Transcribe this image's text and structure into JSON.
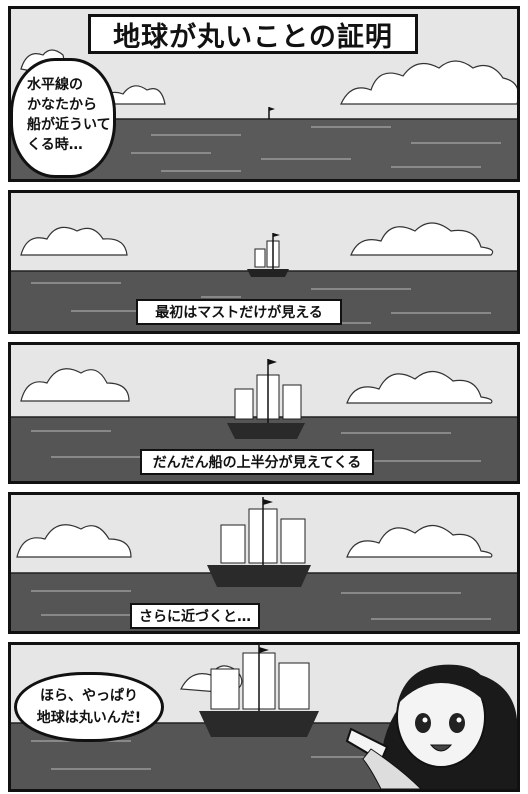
{
  "title": "地球が丸いことの証明",
  "panel1": {
    "bubble_lines": [
      "水平線の",
      "かなたから",
      "船が近ういて",
      "くる時…"
    ]
  },
  "panel2": {
    "caption": "最初はマストだけが見える"
  },
  "panel3": {
    "caption": "だんだん船の上半分が見えてくる"
  },
  "panel4": {
    "caption": "さらに近づくと…"
  },
  "panel5": {
    "bubble_lines": [
      "ほら、やっぱり",
      "地球は丸いんだ!"
    ]
  },
  "colors": {
    "ink": "#111111",
    "sky": "#e9e9e9",
    "sea_dark": "#4a4a4a",
    "sea_light": "#8a8a8a",
    "cloud": "#ffffff"
  }
}
